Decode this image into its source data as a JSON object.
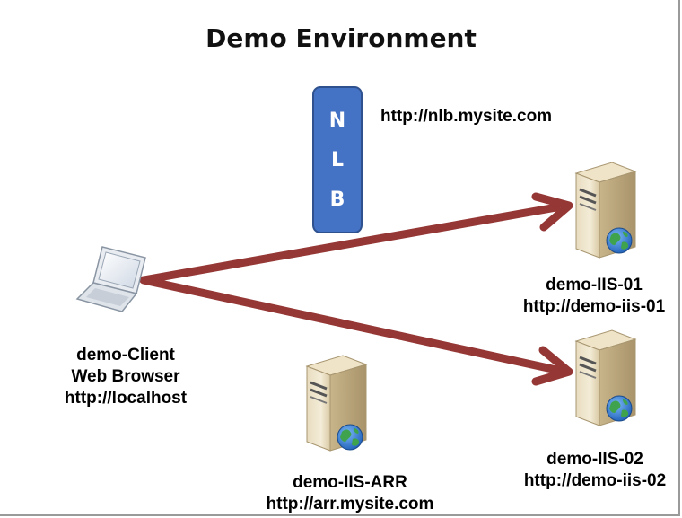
{
  "title": "Demo Environment",
  "nlb": {
    "letters": [
      "N",
      "L",
      "B"
    ],
    "url": "http://nlb.mysite.com",
    "color": "#4472c4"
  },
  "client": {
    "line1": "demo-Client",
    "line2": "Web Browser",
    "line3": "http://localhost",
    "icon": "laptop-icon"
  },
  "server1": {
    "name": "demo-IIS-01",
    "url": "http://demo-iis-01",
    "icon": "server-globe-icon"
  },
  "server2": {
    "name": "demo-IIS-02",
    "url": "http://demo-iis-02",
    "icon": "server-globe-icon"
  },
  "arr": {
    "name": "demo-IIS-ARR",
    "url": "http://arr.mysite.com",
    "icon": "server-globe-icon"
  },
  "arrow_color": "#953735"
}
